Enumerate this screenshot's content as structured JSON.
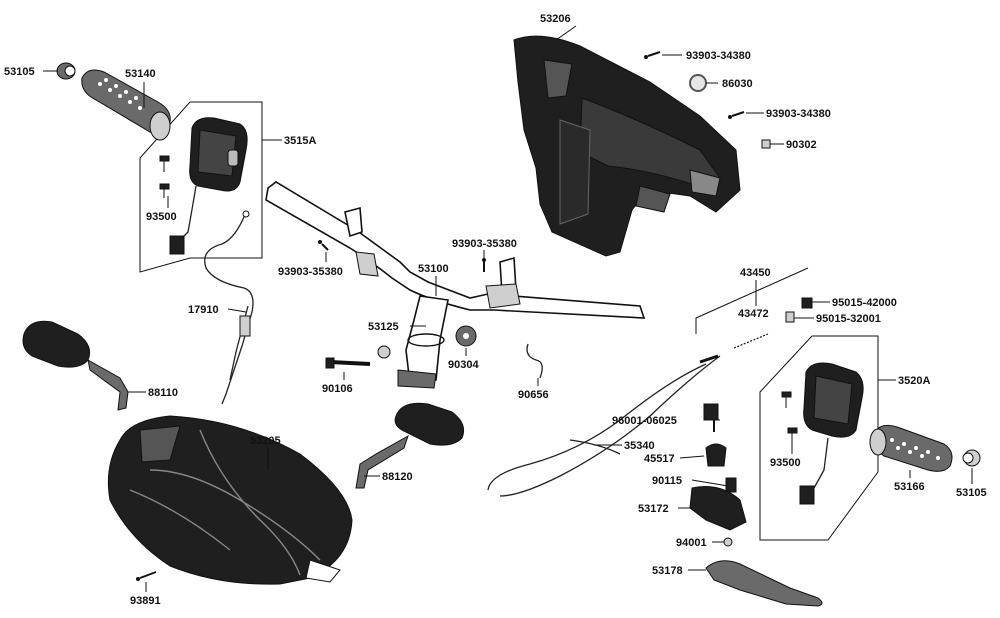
{
  "labels": {
    "p53105a": "53105",
    "p53140": "53140",
    "p3515A": "3515A",
    "p93500a": "93500",
    "p53206": "53206",
    "p93903_34380a": "93903-34380",
    "p86030": "86030",
    "p93903_34380b": "93903-34380",
    "p90302": "90302",
    "p93903_35380a": "93903-35380",
    "p93903_35380b": "93903-35380",
    "p53100": "53100",
    "p43450": "43450",
    "p43472": "43472",
    "p95015_42000": "95015-42000",
    "p95015_32001": "95015-32001",
    "p17910": "17910",
    "p53125": "53125",
    "p90304": "90304",
    "p90106": "90106",
    "p90656": "90656",
    "p88110": "88110",
    "p3520A": "3520A",
    "p96001_06025": "96001-06025",
    "p35340": "35340",
    "p45517": "45517",
    "p90115": "90115",
    "p93500b": "93500",
    "p53166": "53166",
    "p53105b": "53105",
    "p53205": "53205",
    "p88120": "88120",
    "p53172": "53172",
    "p94001": "94001",
    "p53178": "53178",
    "p93891": "93891"
  },
  "icons": {
    "grip": "throttle-grip-icon",
    "switch": "handlebar-switch-icon",
    "mirror": "mirror-icon",
    "handlebar": "handlebar-icon",
    "cover": "handlebar-cover-icon",
    "lever": "brake-lever-icon",
    "cable": "cable-icon",
    "bolt": "bolt-icon"
  }
}
